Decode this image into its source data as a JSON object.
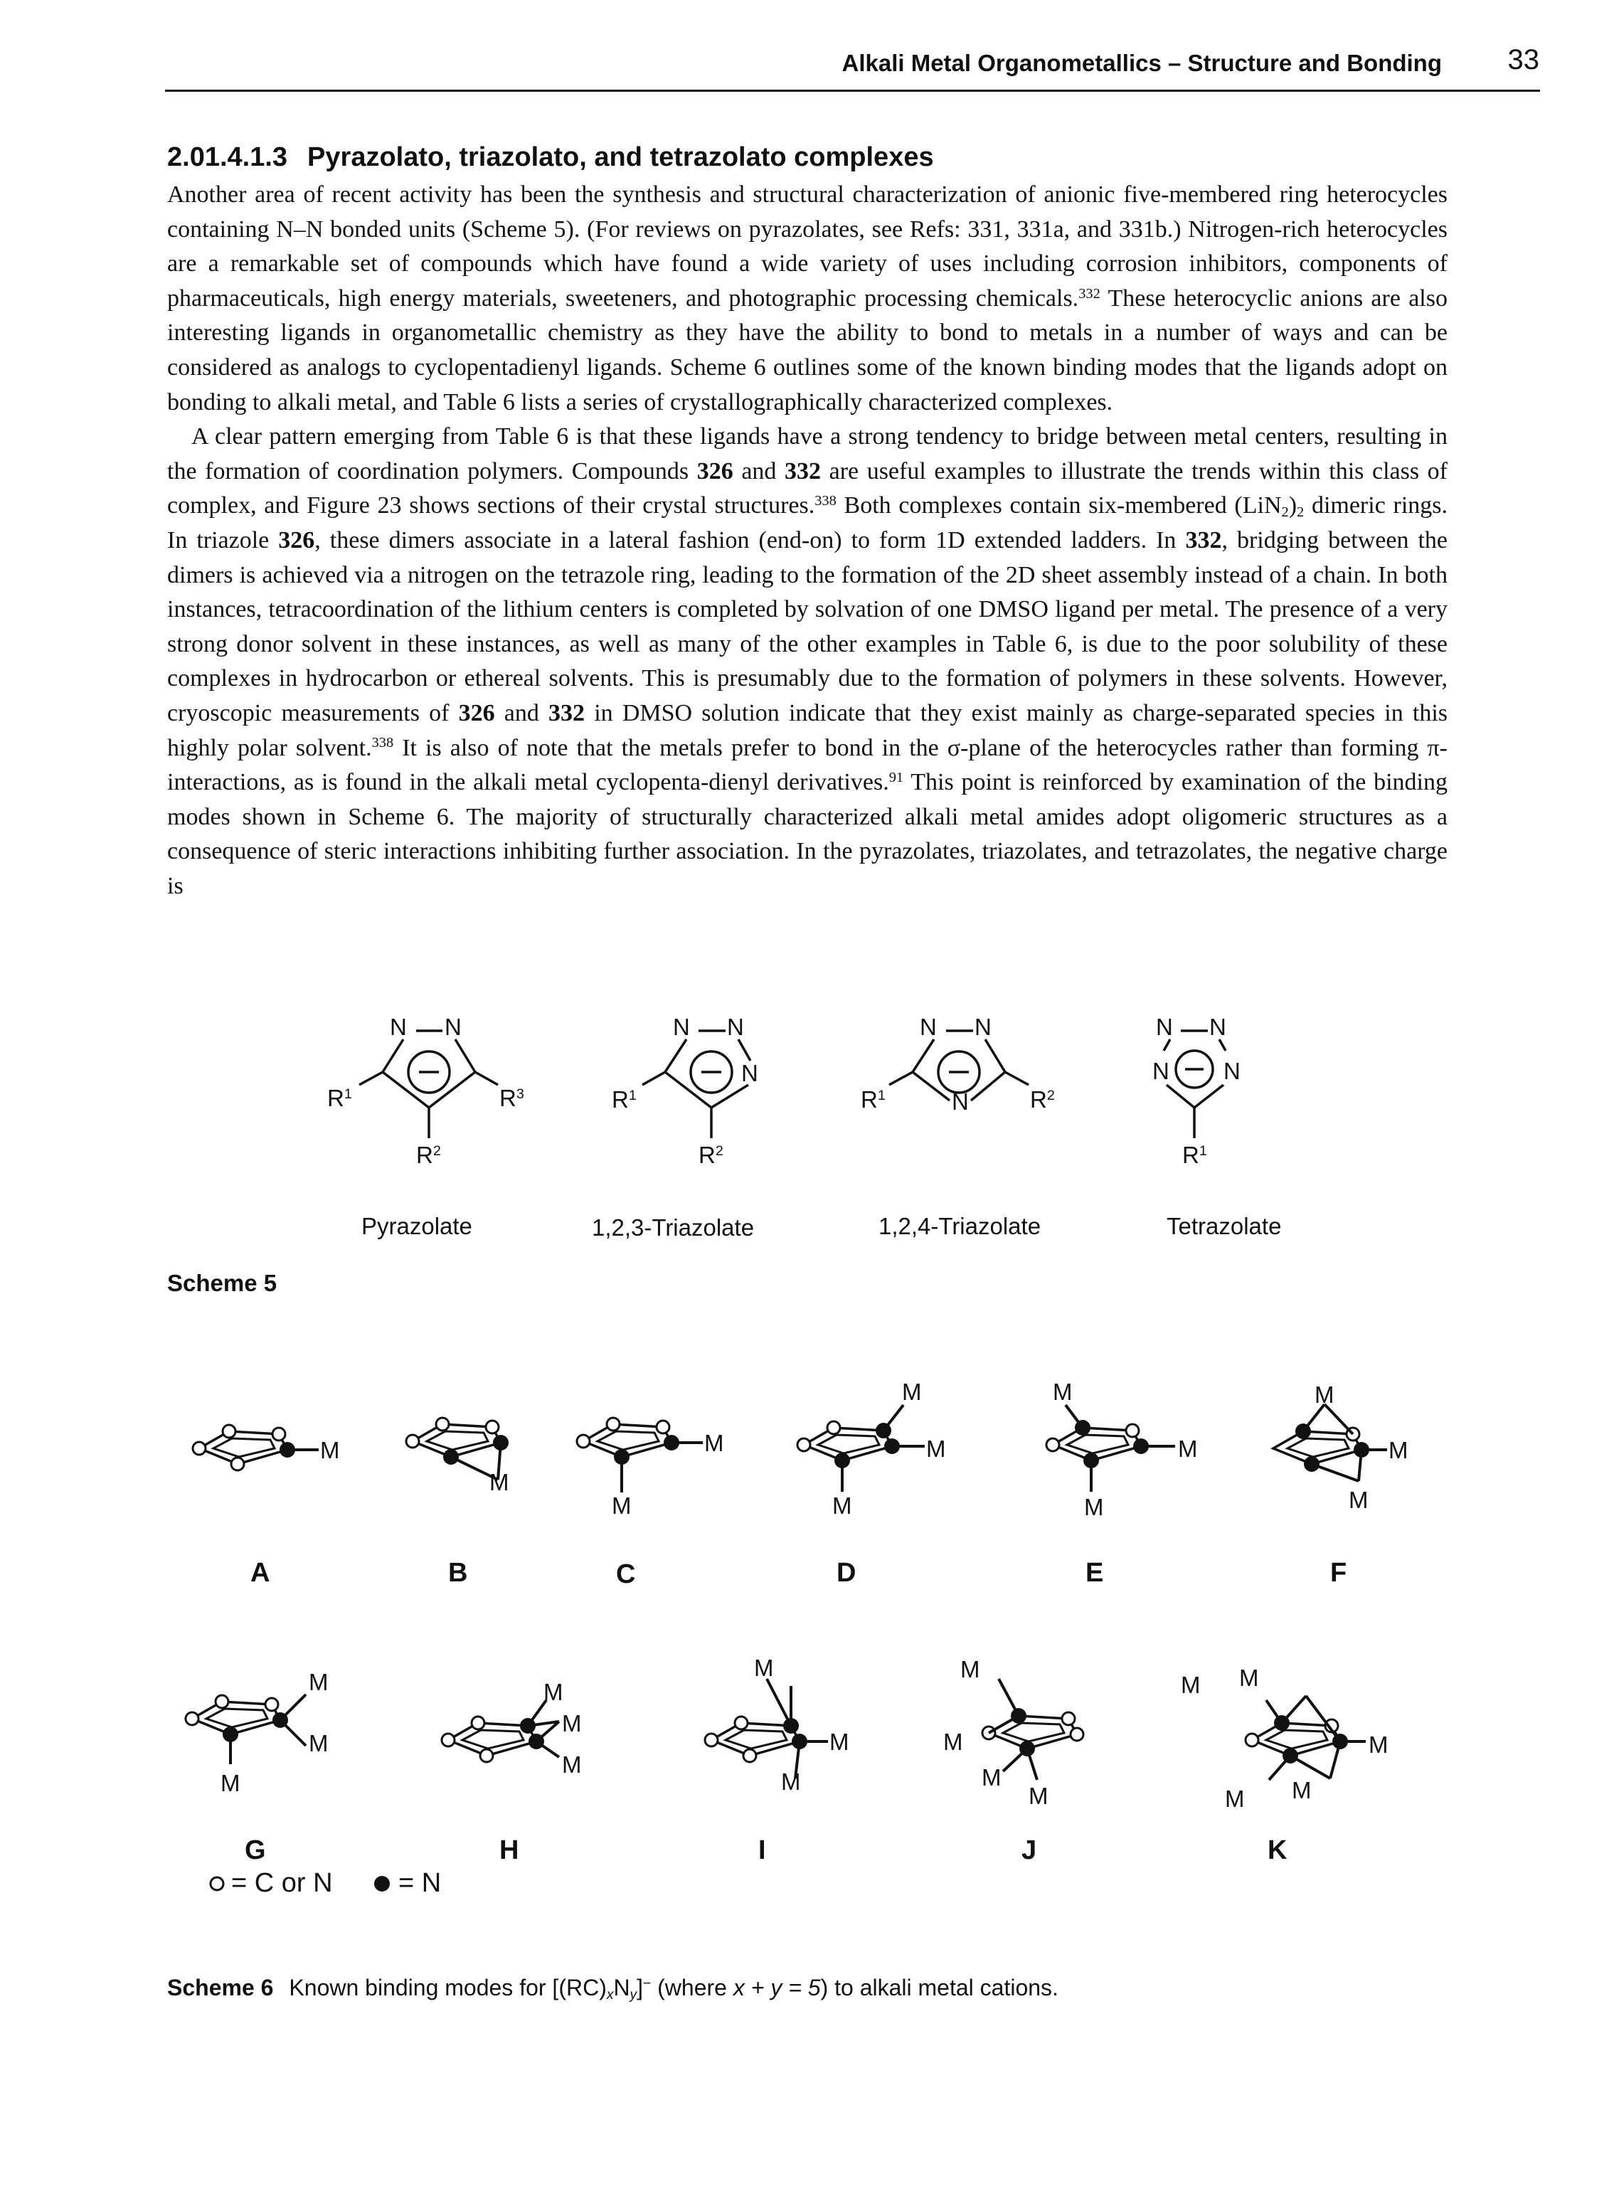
{
  "header": {
    "running_title": "Alkali Metal Organometallics – Structure and Bonding",
    "page_number": "33"
  },
  "section": {
    "number": "2.01.4.1.3",
    "title": "Pyrazolato, triazolato, and tetrazolato complexes"
  },
  "paragraph1": {
    "t1": "Another area of recent activity has been the synthesis and structural characterization of anionic five-membered ring heterocycles containing N–N bonded units (Scheme 5). (For reviews on pyrazolates, see Refs: 331, 331a, and 331b.) Nitrogen-rich heterocycles are a remarkable set of compounds which have found a wide variety of uses including corrosion inhibitors, components of pharmaceuticals, high energy materials, sweeteners, and photographic processing chemicals.",
    "ref1": "332",
    "t2": " These heterocyclic anions are also interesting ligands in organometallic chemistry as they have the ability to bond to metals in a number of ways and can be considered as analogs to cyclopentadienyl ligands. Scheme 6 outlines some of the known binding modes that the ligands adopt on bonding to alkali metal, and Table 6 lists a series of crystallographically characterized complexes."
  },
  "paragraph2": {
    "t1": "A clear pattern emerging from Table 6 is that these ligands have a strong tendency to bridge between metal centers, resulting in the formation of coordination polymers. Compounds ",
    "c1": "326",
    "t2": " and ",
    "c2": "332",
    "t3": " are useful examples to illustrate the trends within this class of complex, and Figure 23 shows sections of their crystal structures.",
    "ref1": "338",
    "t4": " Both complexes contain six-membered (LiN",
    "sub1": "2",
    "t5": ")",
    "sub2": "2",
    "t6": " dimeric rings. In triazole ",
    "c3": "326",
    "t7": ", these dimers associate in a lateral fashion (end-on) to form 1D extended ladders. In ",
    "c4": "332",
    "t8": ", bridging between the dimers is achieved via a nitrogen on the tetrazole ring, leading to the formation of the 2D sheet assembly instead of a chain. In both instances, tetracoordination of the lithium centers is completed by solvation of one DMSO ligand per metal. The presence of a very strong donor solvent in these instances, as well as many of the other examples in Table 6, is due to the poor solubility of these complexes in hydrocarbon or ethereal solvents. This is presumably due to the formation of polymers in these solvents. However, cryoscopic measurements of ",
    "c5": "326",
    "t9": " and ",
    "c6": "332",
    "t10": " in DMSO solution indicate that they exist mainly as charge-separated species in this highly polar solvent.",
    "ref2": "338",
    "t11": " It is also of note that the metals prefer to bond in the σ-plane of the heterocycles rather than forming π-interactions, as is found in the alkali metal cyclopenta-dienyl derivatives.",
    "ref3": "91",
    "t12": " This point is reinforced by examination of the binding modes shown in Scheme 6. The majority of structurally characterized alkali metal amides adopt oligomeric structures as a consequence of steric interactions inhibiting further association. In the pyrazolates, triazolates, and tetrazolates, the negative charge is"
  },
  "scheme5": {
    "label": "Scheme 5",
    "structures": [
      {
        "name": "Pyrazolate"
      },
      {
        "name": "1,2,3-Triazolate"
      },
      {
        "name": "1,2,4-Triazolate"
      },
      {
        "name": "Tetrazolate"
      }
    ],
    "atoms": {
      "n": "N",
      "r": "R",
      "one": "1",
      "two": "2",
      "three": "3"
    }
  },
  "scheme6": {
    "modes": [
      "A",
      "B",
      "C",
      "D",
      "E",
      "F",
      "G",
      "H",
      "I",
      "J",
      "K"
    ],
    "metal": "M",
    "legend_open": "= C or N",
    "legend_filled": "= N",
    "caption_label": "Scheme 6",
    "caption_t1": "Known binding modes for [(RC)",
    "caption_x": "x",
    "caption_t2": "N",
    "caption_y": "y",
    "caption_t3": "]",
    "caption_minus": "−",
    "caption_t4": " (where ",
    "caption_eq": "x + y = 5",
    "caption_t5": ") to alkali metal cations."
  },
  "colors": {
    "ink": "#111111",
    "background": "#ffffff"
  }
}
